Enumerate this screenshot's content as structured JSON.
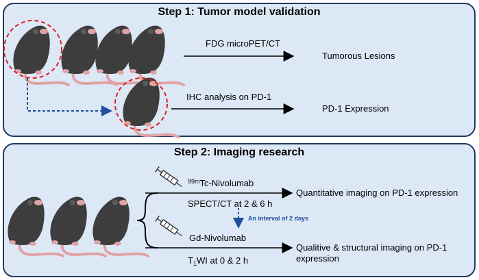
{
  "step1": {
    "title": "Step 1: Tumor model validation",
    "arrow1_label": "FDG microPET/CT",
    "arrow1_result": "Tumorous Lesions",
    "arrow2_label": "IHC analysis on PD-1",
    "arrow2_result": "PD-1 Expression"
  },
  "step2": {
    "title": "Step 2: Imaging research",
    "tracer1_sup": "99m",
    "tracer1_name": "Tc-Nivolumab",
    "tracer1_method": "SPECT/CT at 2 & 6 h",
    "tracer1_result": "Quantitative imaging on PD-1 expression",
    "interval_label": "An interval of 2 days",
    "tracer2_name": "Gd-Nivolumab",
    "tracer2_method_prefix": "T",
    "tracer2_method_sub": "1",
    "tracer2_method_suffix": "WI at 0 & 2 h",
    "tracer2_result_line1": "Qualitive & structural imaging on PD-1",
    "tracer2_result_line2": "expression"
  },
  "colors": {
    "panel_fill": "#dde8f6",
    "panel_border": "#1f3a5f",
    "highlight_circle": "#e02020",
    "dashed_arrow": "#1f4e9c",
    "mouse_body": "#3d3d3d",
    "mouse_tail": "#e0a3a3"
  },
  "icons": [
    "mouse-icon",
    "syringe-icon",
    "brace-icon"
  ]
}
